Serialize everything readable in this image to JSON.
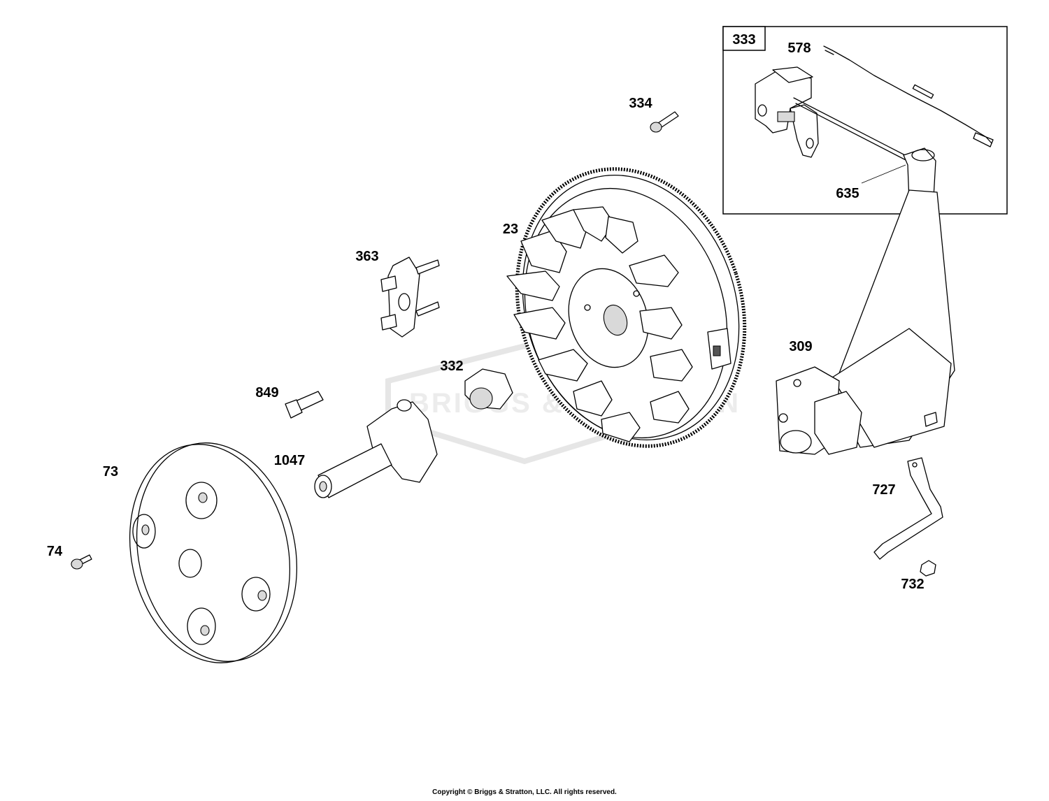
{
  "watermark": {
    "text": "BRIGGS & STRATTON"
  },
  "copyright": "Copyright © Briggs & Stratton, LLC. All rights reserved.",
  "inset": {
    "label": "333"
  },
  "parts": {
    "p23": "23",
    "p73": "73",
    "p74": "74",
    "p309": "309",
    "p332": "332",
    "p334": "334",
    "p363": "363",
    "p578": "578",
    "p635": "635",
    "p727": "727",
    "p732": "732",
    "p849": "849",
    "p1047": "1047"
  }
}
